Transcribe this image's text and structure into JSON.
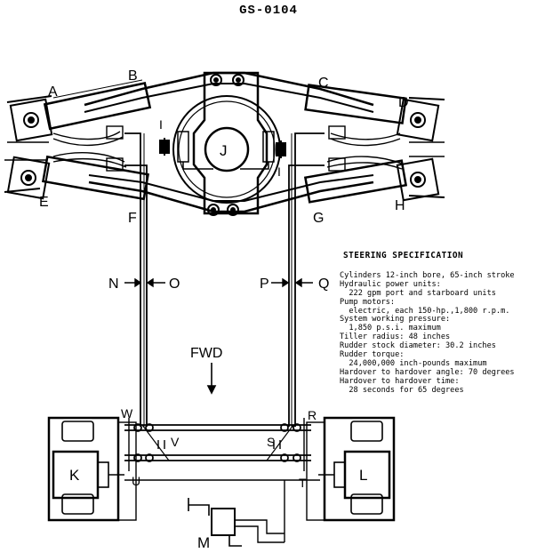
{
  "document": {
    "id": "GS-0104"
  },
  "diagram": {
    "labels": {
      "A": "A",
      "B": "B",
      "C": "C",
      "D": "D",
      "E": "E",
      "F": "F",
      "G": "G",
      "H": "H",
      "I_left": "I",
      "I_right": "I",
      "J": "J",
      "K": "K",
      "L": "L",
      "M": "M",
      "N": "N",
      "O": "O",
      "P": "P",
      "Q": "Q",
      "R": "R",
      "S": "S",
      "T": "T",
      "U": "U",
      "V": "V",
      "W": "W"
    },
    "fwd": "FWD"
  },
  "specification": {
    "title": "STEERING SPECIFICATION",
    "lines": [
      "Cylinders 12-inch bore, 65-inch stroke",
      "Hydraulic power units:",
      "  222 gpm port and starboard units",
      "Pump motors:",
      "  electric, each 150-hp.,1,800 r.p.m.",
      "System working pressure:",
      "  1,850 p.s.i. maximum",
      "Tiller radius: 48 inches",
      "Rudder stock diameter: 30.2 inches",
      "Rudder torque:",
      "  24,000,000 inch-pounds maximum",
      "Hardover to hardover angle: 70 degrees",
      "Hardover to hardover time:",
      "  28 seconds for 65 degrees"
    ]
  }
}
